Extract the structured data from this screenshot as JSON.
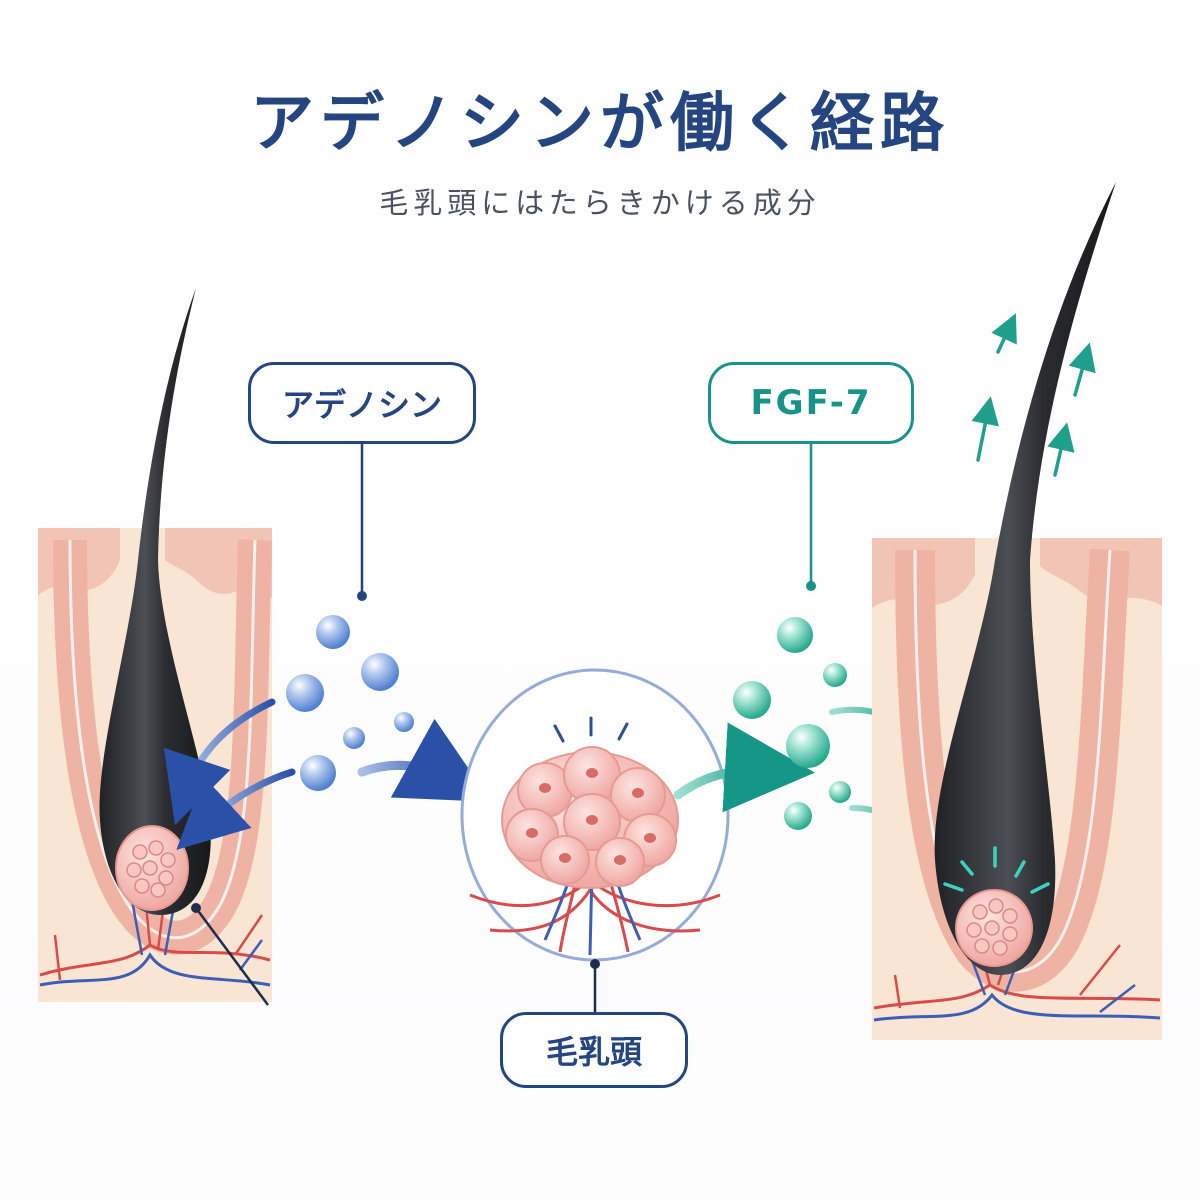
{
  "header": {
    "title": "アデノシンが働く経路",
    "subtitle": "毛乳頭にはたらきかける成分"
  },
  "labels": {
    "adenosine": "アデノシン",
    "fgf7": "FGF-7",
    "dermal_papilla": "毛乳頭"
  },
  "colors": {
    "title": "#24457f",
    "adenosine_blue": "#3a63b8",
    "fgf7_teal": "#17938a",
    "skin": "#f9e5d3",
    "skin_edge": "#eeb6a8",
    "hair": "#2d2f33",
    "cell": "#f4b5b0"
  }
}
